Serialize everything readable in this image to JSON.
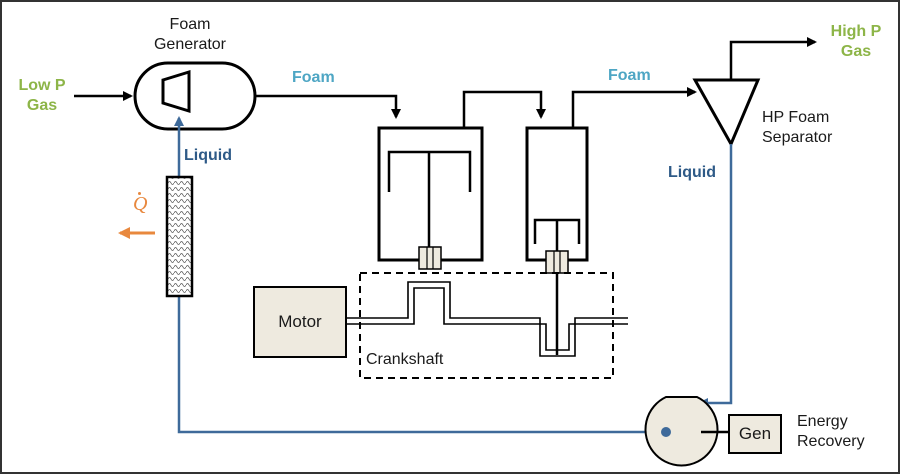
{
  "labels": {
    "low_p_gas": [
      "Low P",
      "Gas"
    ],
    "foam_generator": [
      "Foam",
      "Generator"
    ],
    "foam_left": "Foam",
    "foam_right": "Foam",
    "high_p_gas": [
      "High P",
      "Gas"
    ],
    "hp_foam_separator": [
      "HP Foam",
      "Separator"
    ],
    "liquid_left": "Liquid",
    "liquid_right": "Liquid",
    "heat_rejection": "Q",
    "motor": "Motor",
    "crankshaft": "Crankshaft",
    "gen": "Gen",
    "energy_recovery": [
      "Energy",
      "Recovery"
    ]
  },
  "colors": {
    "gas_label": "#8db548",
    "foam_label": "#4ea6c4",
    "liquid_line": "#3e6a9a",
    "liquid_label": "#2e5a87",
    "heat_arrow": "#e8883e",
    "box_fill": "#eeeadf",
    "stroke": "#000000"
  }
}
